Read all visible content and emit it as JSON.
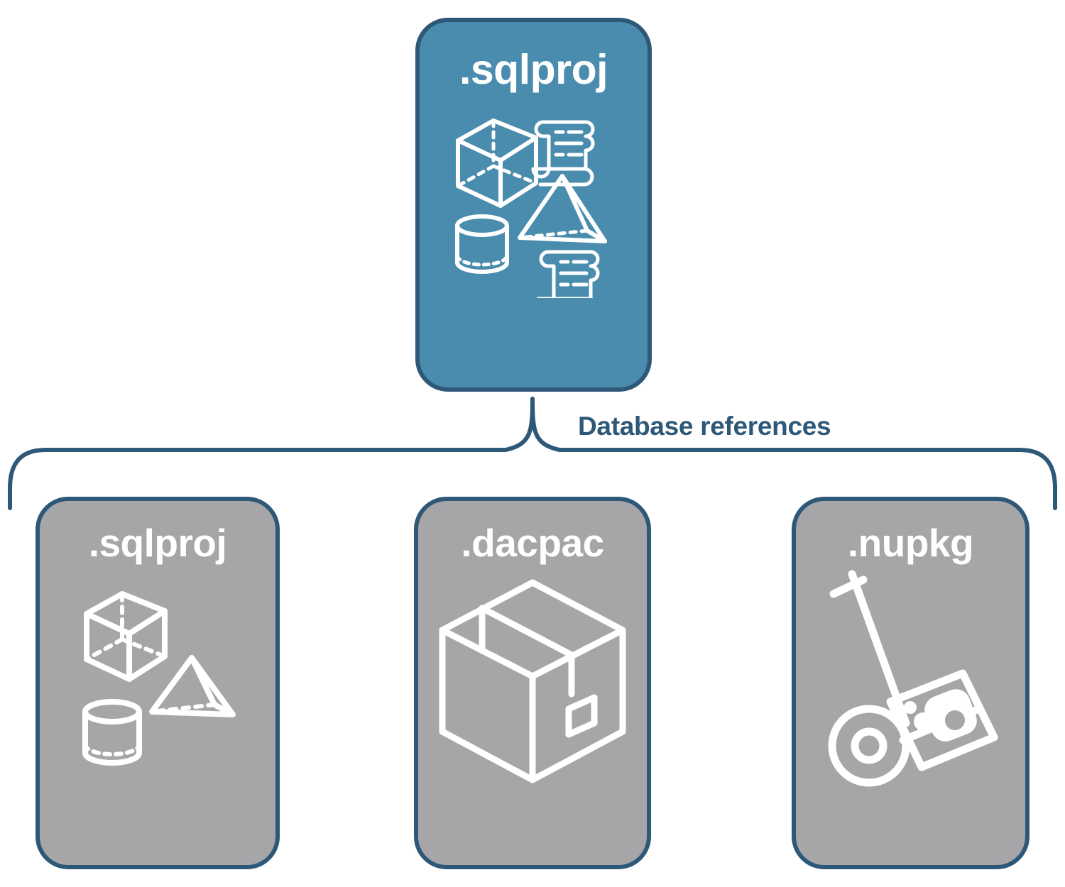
{
  "diagram": {
    "title_text": "Database references",
    "colors": {
      "primary_card_fill": "#4a8cad",
      "reference_card_fill": "#a6a6a8",
      "border": "#2e5878",
      "label_text": "#2e5878",
      "icon_stroke": "#ffffff"
    },
    "primary": {
      "label": ".sqlproj",
      "icons": [
        "cube-icon",
        "scroll-icon",
        "pyramid-icon",
        "cylinder-icon",
        "scroll-icon"
      ]
    },
    "edge": {
      "label": "Database references",
      "shape": "brace",
      "from": ".sqlproj",
      "to": [
        ".sqlproj",
        ".dacpac",
        ".nupkg"
      ]
    },
    "references": [
      {
        "label": ".sqlproj",
        "icons": [
          "cube-icon",
          "pyramid-icon",
          "cylinder-icon"
        ]
      },
      {
        "label": ".dacpac",
        "icons": [
          "package-box-icon"
        ]
      },
      {
        "label": ".nupkg",
        "icons": [
          "hand-truck-icon",
          "nuget-package-icon"
        ]
      }
    ]
  }
}
